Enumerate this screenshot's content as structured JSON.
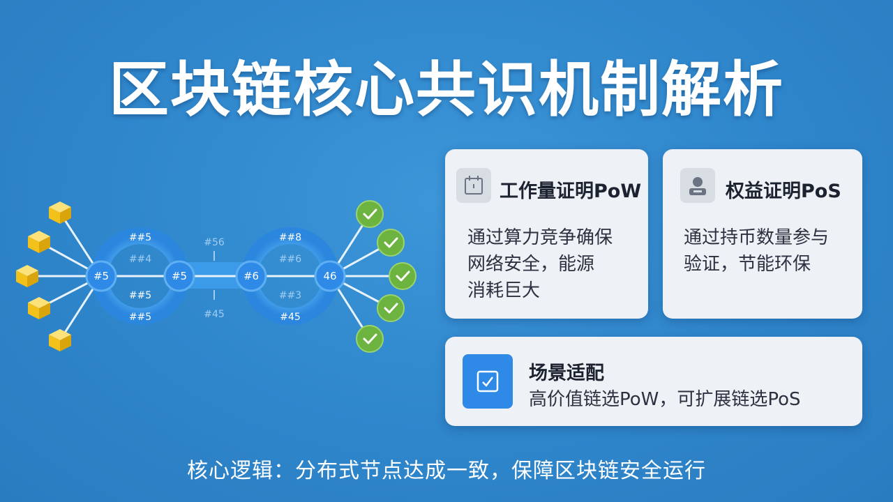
{
  "title": "区块链核心共识机制解析",
  "diagram": {
    "left_hub": {
      "outer_node": "#5",
      "inner_node": "#5",
      "labels": [
        "##5",
        "##4",
        "##5",
        "##5"
      ]
    },
    "right_hub": {
      "inner_node": "#6",
      "outer_node": "46",
      "labels": [
        "##8",
        "##6",
        "##3",
        "#45"
      ]
    },
    "bridge_labels": [
      "#56",
      "#45"
    ],
    "left_cubes": 5,
    "right_checks": 5,
    "colors": {
      "accent": "#2e8ae6",
      "cube": "#f2c21b",
      "check": "#6cb33f"
    }
  },
  "cards": {
    "pow": {
      "title": "工作量证明PoW",
      "body": [
        "通过算力竞争确保",
        "网络安全，能源",
        "消耗巨大"
      ],
      "icon": "calendar-icon"
    },
    "pos": {
      "title": "权益证明PoS",
      "body": [
        "通过持币数量参与",
        "验证，节能环保"
      ],
      "icon": "user-badge-icon"
    },
    "scene": {
      "title": "场景适配",
      "body": "高价值链选PoW，可扩展链选PoS",
      "icon": "checkbox-icon"
    }
  },
  "footer": "核心逻辑：分布式节点达成一致，保障区块链安全运行"
}
